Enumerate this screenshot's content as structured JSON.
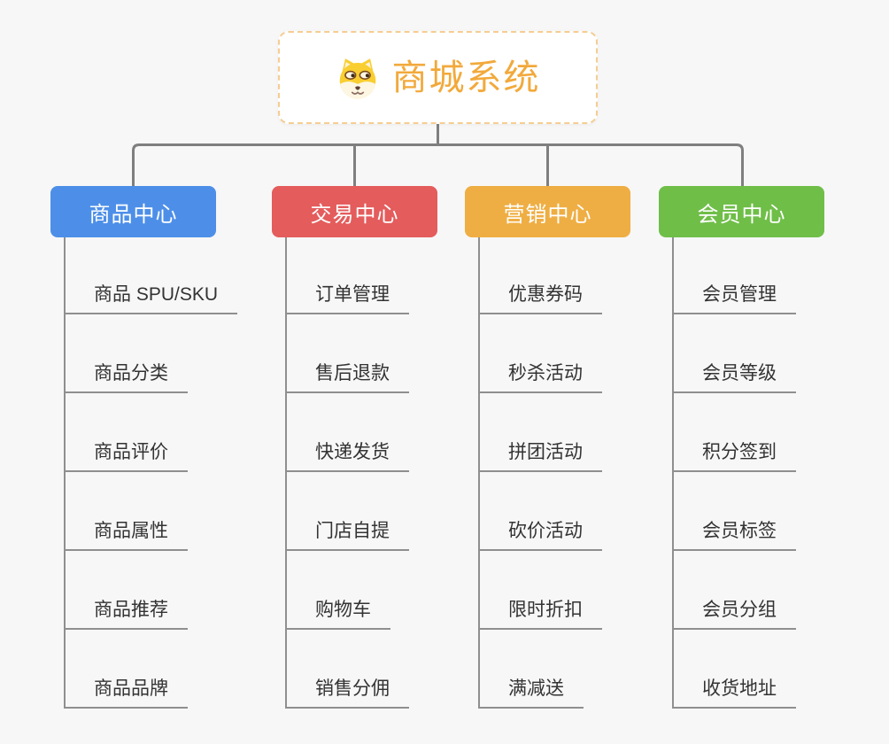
{
  "root": {
    "title": "商城系统",
    "icon": "dog-face-icon"
  },
  "branches": [
    {
      "id": "product-center",
      "label": "商品中心",
      "color": "#4D8FE8",
      "children": [
        "商品 SPU/SKU",
        "商品分类",
        "商品评价",
        "商品属性",
        "商品推荐",
        "商品品牌"
      ]
    },
    {
      "id": "trade-center",
      "label": "交易中心",
      "color": "#E45C5C",
      "children": [
        "订单管理",
        "售后退款",
        "快递发货",
        "门店自提",
        "购物车",
        "销售分佣"
      ]
    },
    {
      "id": "marketing-center",
      "label": "营销中心",
      "color": "#EFAE43",
      "children": [
        "优惠券码",
        "秒杀活动",
        "拼团活动",
        "砍价活动",
        "限时折扣",
        "满减送"
      ]
    },
    {
      "id": "member-center",
      "label": "会员中心",
      "color": "#6FBE48",
      "children": [
        "会员管理",
        "会员等级",
        "积分签到",
        "会员标签",
        "会员分组",
        "收货地址"
      ]
    }
  ],
  "colors": {
    "background": "#f7f7f7",
    "connector_line": "#7F7F7F",
    "child_line": "#8F8F8F",
    "child_text": "#333333",
    "root_title": "#F2A93B",
    "root_border": "#F5CD92",
    "branch_text": "#FFFFFF"
  }
}
